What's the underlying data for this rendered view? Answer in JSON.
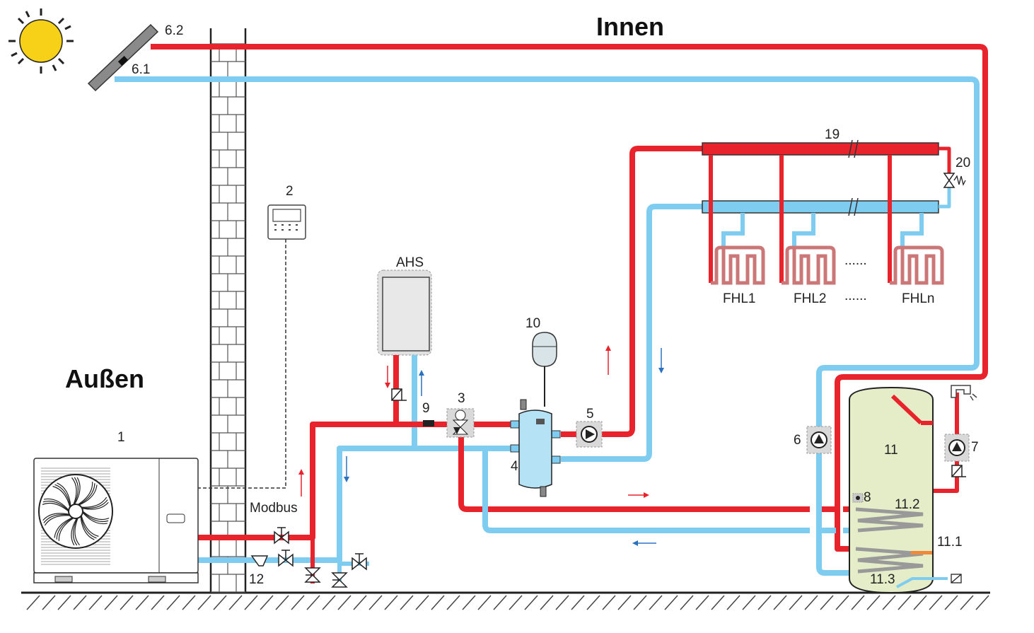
{
  "labels": {
    "inside": "Innen",
    "outside": "Außen",
    "ahs": "AHS",
    "modbus": "Modbus",
    "fhl1": "FHL1",
    "fhl2": "FHL2",
    "fhln": "FHLn",
    "dots": "......"
  },
  "numbers": {
    "n1": "1",
    "n2": "2",
    "n3": "3",
    "n4": "4",
    "n5": "5",
    "n6": "6",
    "n6_1": "6.1",
    "n6_2": "6.2",
    "n7": "7",
    "n8": "8",
    "n9": "9",
    "n10": "10",
    "n11": "11",
    "n11_1": "11.1",
    "n11_2": "11.2",
    "n11_3": "11.3",
    "n12": "12",
    "n19": "19",
    "n20": "20"
  },
  "colors": {
    "hot_pipe": "#e8232b",
    "cold_pipe": "#7ecdf0",
    "sun": "#f7d117",
    "tank": "#e4ecc8"
  }
}
